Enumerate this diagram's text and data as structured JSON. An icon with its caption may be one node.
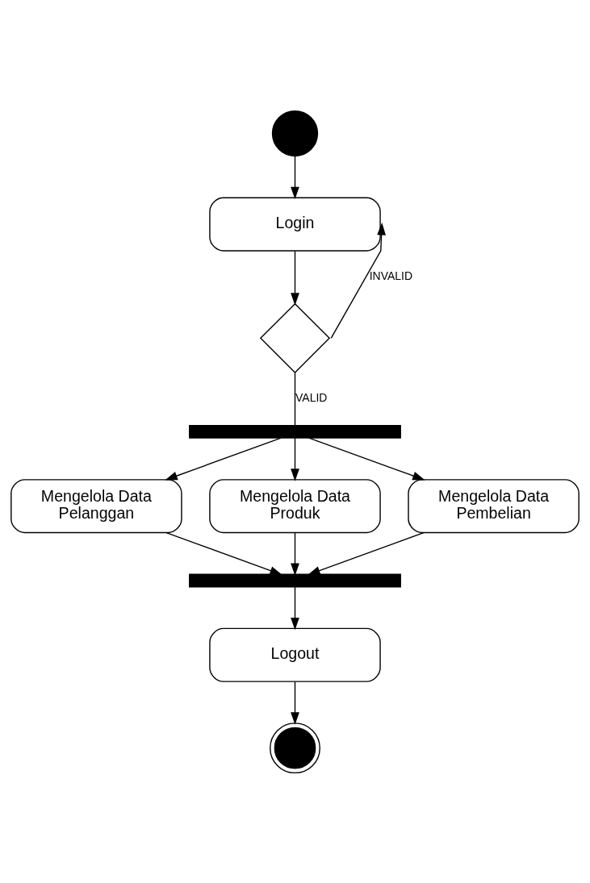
{
  "diagram": {
    "nodes": [
      {
        "text": [],
        "shape": "circle"
      },
      {
        "text": [
          "Login"
        ]
      },
      {
        "text": [],
        "shape": "diamond"
      },
      {
        "text": [],
        "shape": "bar"
      },
      {
        "text": [
          "Mengelola Data Pelanggan"
        ]
      },
      {
        "text": [
          "Mengelola Data Produk"
        ]
      },
      {
        "text": [
          "Mengelola Data Pembelian"
        ]
      },
      {
        "text": [],
        "shape": "bar"
      },
      {
        "text": [
          "Logout"
        ]
      },
      {
        "text": [],
        "shape": "circle"
      }
    ],
    "edges": [
      {
        "from": 0,
        "to": 1,
        "arrow": "to"
      },
      {
        "from": 1,
        "to": 2,
        "arrow": "to"
      },
      {
        "from": 2,
        "to": 1,
        "arrow": "to",
        "label": "INVALID"
      },
      {
        "from": 2,
        "to": 3,
        "arrow": "none",
        "label": "VALID"
      },
      {
        "from": 3,
        "to": 4,
        "arrow": "to"
      },
      {
        "from": 3,
        "to": 5,
        "arrow": "to"
      },
      {
        "from": 3,
        "to": 6,
        "arrow": "to"
      },
      {
        "from": 4,
        "to": 7,
        "arrow": "to"
      },
      {
        "from": 5,
        "to": 7,
        "arrow": "to"
      },
      {
        "from": 6,
        "to": 7,
        "arrow": "to"
      },
      {
        "from": 7,
        "to": 8,
        "arrow": "to"
      },
      {
        "from": 8,
        "to": 9,
        "arrow": "to"
      }
    ]
  }
}
